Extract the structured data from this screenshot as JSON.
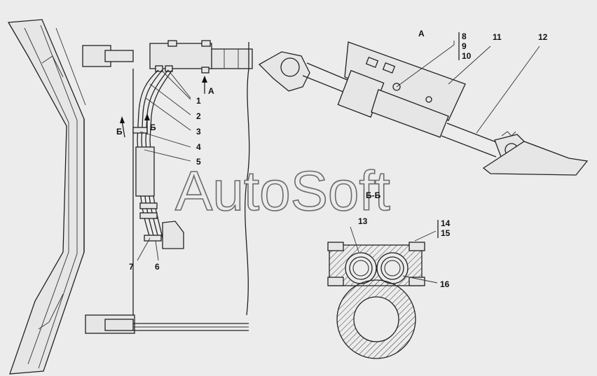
{
  "diagram": {
    "callouts": [
      "1",
      "2",
      "3",
      "4",
      "5",
      "6",
      "7",
      "8",
      "9",
      "10",
      "11",
      "12",
      "13",
      "14",
      "15",
      "16"
    ],
    "view_labels": {
      "view_a": "А",
      "section_b_left": "Б",
      "section_b_right": "Б",
      "section_title": "Б-Б",
      "view_a_title": "А"
    },
    "watermark": "AutoSoft"
  }
}
